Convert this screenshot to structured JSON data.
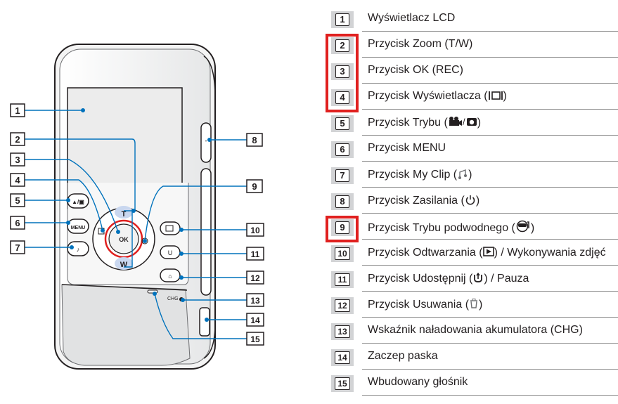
{
  "legend": [
    {
      "num": "1",
      "label": "Wyświetlacz LCD"
    },
    {
      "num": "2",
      "label": "Przycisk Zoom (T/W)"
    },
    {
      "num": "3",
      "label": "Przycisk OK (REC)"
    },
    {
      "num": "4",
      "pre": "Przycisk Wyświetlacza (",
      "post": ")",
      "icon": "display-icon"
    },
    {
      "num": "5",
      "pre": "Przycisk Trybu (",
      "post": ")",
      "icon": "camcorder-camera-icon"
    },
    {
      "num": "6",
      "label": "Przycisk MENU"
    },
    {
      "num": "7",
      "pre": "Przycisk My Clip (",
      "post": ")",
      "icon": "myclip-icon"
    },
    {
      "num": "8",
      "pre": "Przycisk Zasilania (",
      "post": ")",
      "icon": "power-icon"
    },
    {
      "num": "9",
      "pre": "Przycisk Trybu podwodnego (",
      "post": ")",
      "icon": "diving-mask-icon"
    },
    {
      "num": "10",
      "pre": "Przycisk Odtwarzania (",
      "post": ") / Wykonywania zdjęć",
      "icon": "playback-icon"
    },
    {
      "num": "11",
      "pre": "Przycisk Udostępnij (",
      "post": ") / Pauza",
      "icon": "share-icon"
    },
    {
      "num": "12",
      "pre": "Przycisk Usuwania (",
      "post": ")",
      "icon": "trash-icon"
    },
    {
      "num": "13",
      "label": "Wskaźnik naładowania akumulatora (CHG)"
    },
    {
      "num": "14",
      "label": "Zaczep paska"
    },
    {
      "num": "15",
      "label": "Wbudowany głośnik"
    }
  ],
  "device": {
    "ok_label": "OK",
    "t_label": "T",
    "w_label": "W",
    "menu_label": "MENU",
    "chg_label": "CHG"
  },
  "callouts": [
    "1",
    "2",
    "3",
    "4",
    "5",
    "6",
    "7",
    "8",
    "9",
    "10",
    "11",
    "12",
    "13",
    "14",
    "15"
  ],
  "highlight_color": "#e0201f"
}
